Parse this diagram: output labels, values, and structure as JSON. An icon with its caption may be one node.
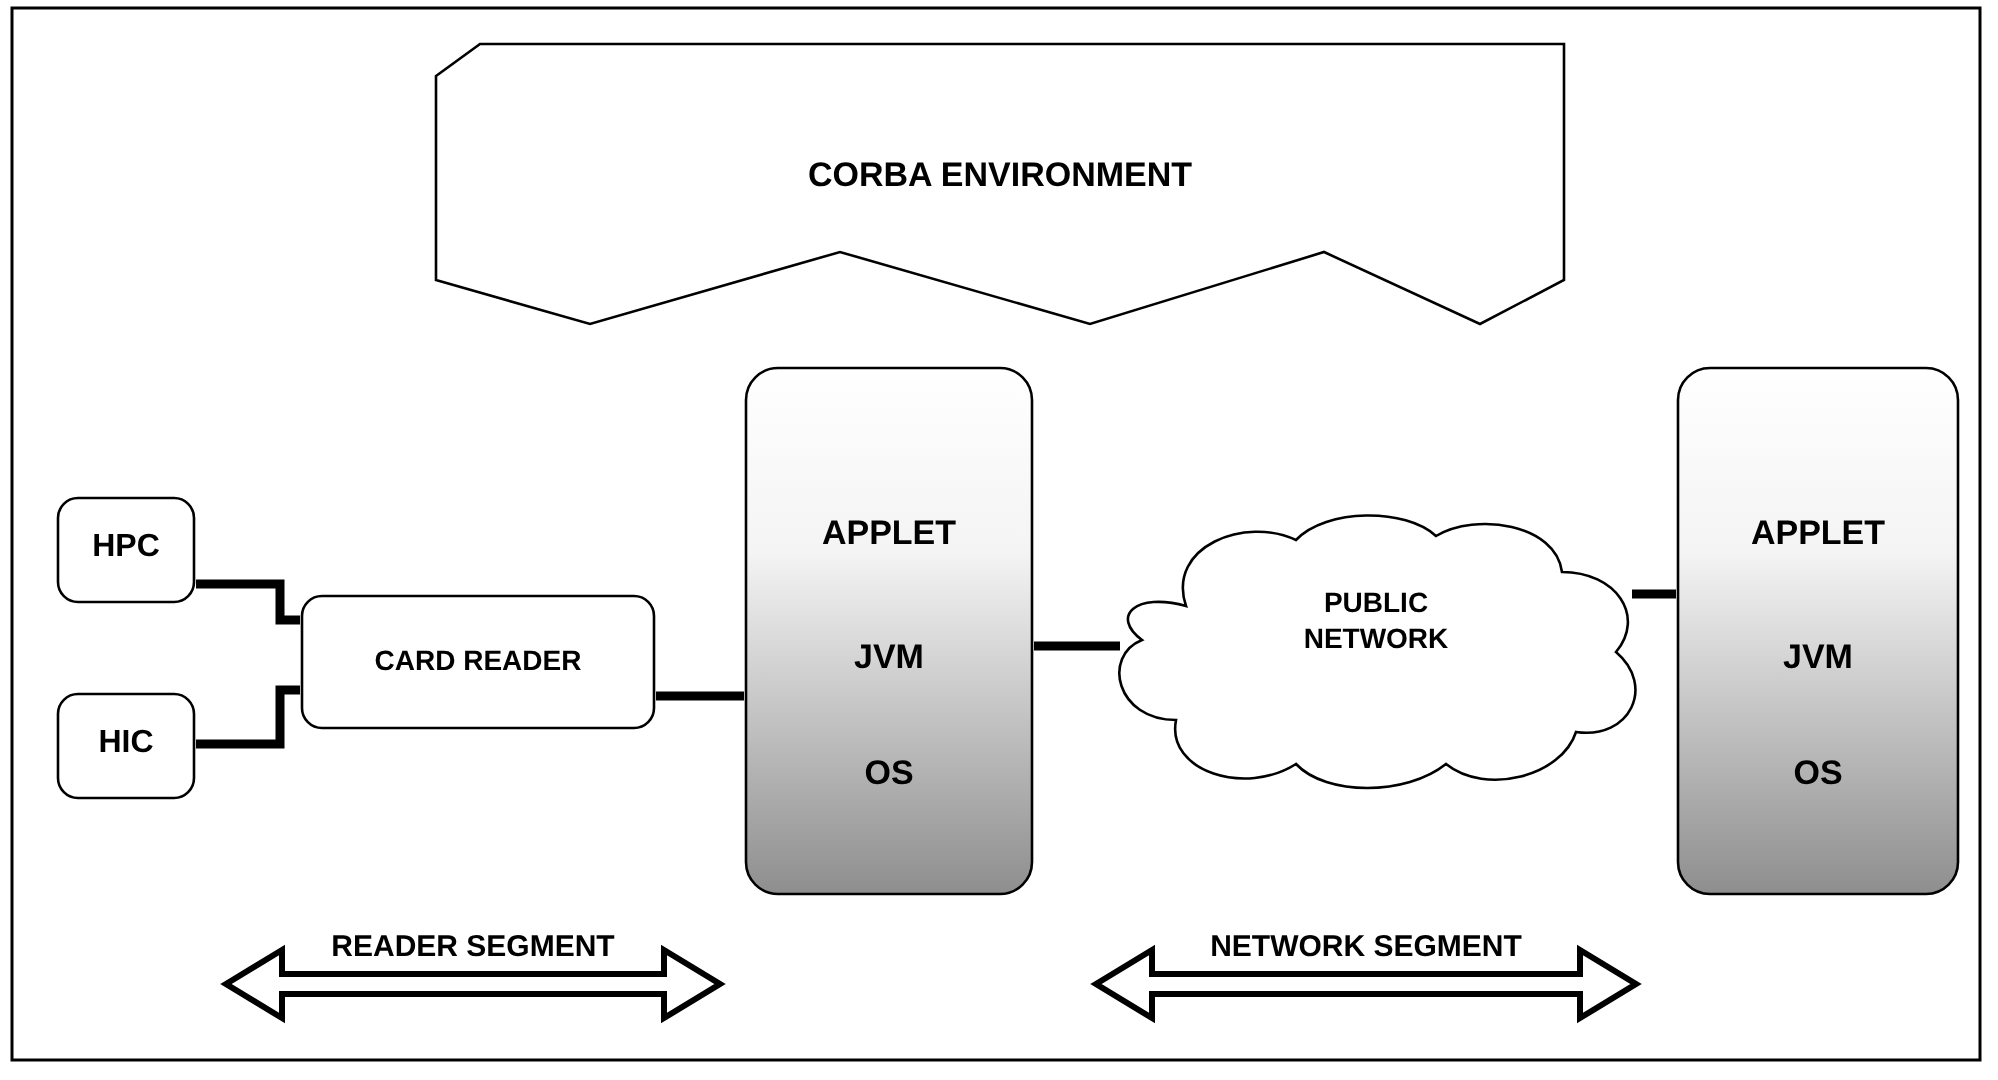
{
  "diagram": {
    "nodes": [
      {
        "text": [
          "CORBA ENVIRONMENT"
        ]
      },
      {
        "text": [
          "HPC"
        ]
      },
      {
        "text": [
          "HIC"
        ]
      },
      {
        "text": [
          "CARD READER"
        ]
      },
      {
        "text": [
          "APPLET",
          "JVM",
          "OS"
        ]
      },
      {
        "text": [
          "PUBLIC NETWORK"
        ]
      },
      {
        "text": [
          "APPLET",
          "JVM",
          "OS"
        ]
      }
    ],
    "edges": [
      {
        "from": 1,
        "to": 3,
        "arrow": "none"
      },
      {
        "from": 2,
        "to": 3,
        "arrow": "none"
      },
      {
        "from": 3,
        "to": 4,
        "arrow": "none"
      },
      {
        "from": 4,
        "to": 5,
        "arrow": "none"
      },
      {
        "from": 5,
        "to": 6,
        "arrow": "none"
      }
    ],
    "labels": [
      "READER SEGMENT",
      "NETWORK SEGMENT"
    ]
  }
}
